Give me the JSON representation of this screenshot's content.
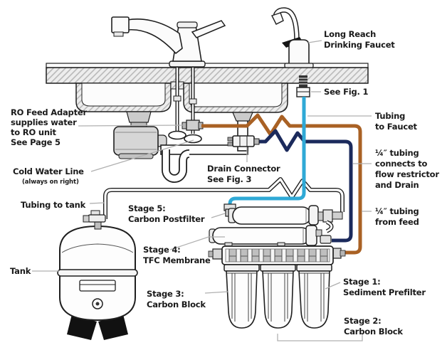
{
  "diagram": {
    "type": "installation-diagram",
    "subject": "Under-sink reverse osmosis water filter system"
  },
  "colors": {
    "tubing_faucet_cyan": "#2fa9d6",
    "tubing_drain_navy": "#1b2a5c",
    "tubing_feed_brown": "#a96124",
    "leader_gray": "#b0b0b0",
    "label_text": "#1a1a1a"
  },
  "labels": {
    "ro_feed_adapter": {
      "lines": [
        "RO Feed Adapter",
        "supplies water",
        "to RO unit",
        "See Page 5"
      ]
    },
    "cold_water_line": {
      "lines": [
        "Cold Water Line"
      ],
      "note": "(always on right)"
    },
    "long_reach_faucet": {
      "lines": [
        "Long Reach",
        "Drinking Faucet"
      ]
    },
    "see_fig_1": {
      "lines": [
        "See Fig. 1"
      ]
    },
    "tubing_to_faucet": {
      "lines": [
        "Tubing",
        "to Faucet"
      ]
    },
    "quarter_tubing_flow_restrictor": {
      "lines": [
        "¼″ tubing",
        "connects to",
        "flow restrictor",
        "and Drain"
      ]
    },
    "drain_connector": {
      "lines": [
        "Drain Connector",
        "See Fig. 3"
      ]
    },
    "tubing_to_tank": {
      "lines": [
        "Tubing to tank"
      ]
    },
    "stage_5": {
      "lines": [
        "Stage 5:",
        "Carbon Postfilter"
      ]
    },
    "quarter_tubing_from_feed": {
      "lines": [
        "¼″ tubing",
        "from feed"
      ]
    },
    "stage_4": {
      "lines": [
        "Stage 4:",
        "TFC Membrane"
      ]
    },
    "tank": {
      "lines": [
        "Tank"
      ]
    },
    "stage_3": {
      "lines": [
        "Stage 3:",
        "Carbon Block"
      ]
    },
    "stage_1": {
      "lines": [
        "Stage 1:",
        "Sediment Prefilter"
      ]
    },
    "stage_2": {
      "lines": [
        "Stage 2:",
        "Carbon Block"
      ]
    }
  }
}
